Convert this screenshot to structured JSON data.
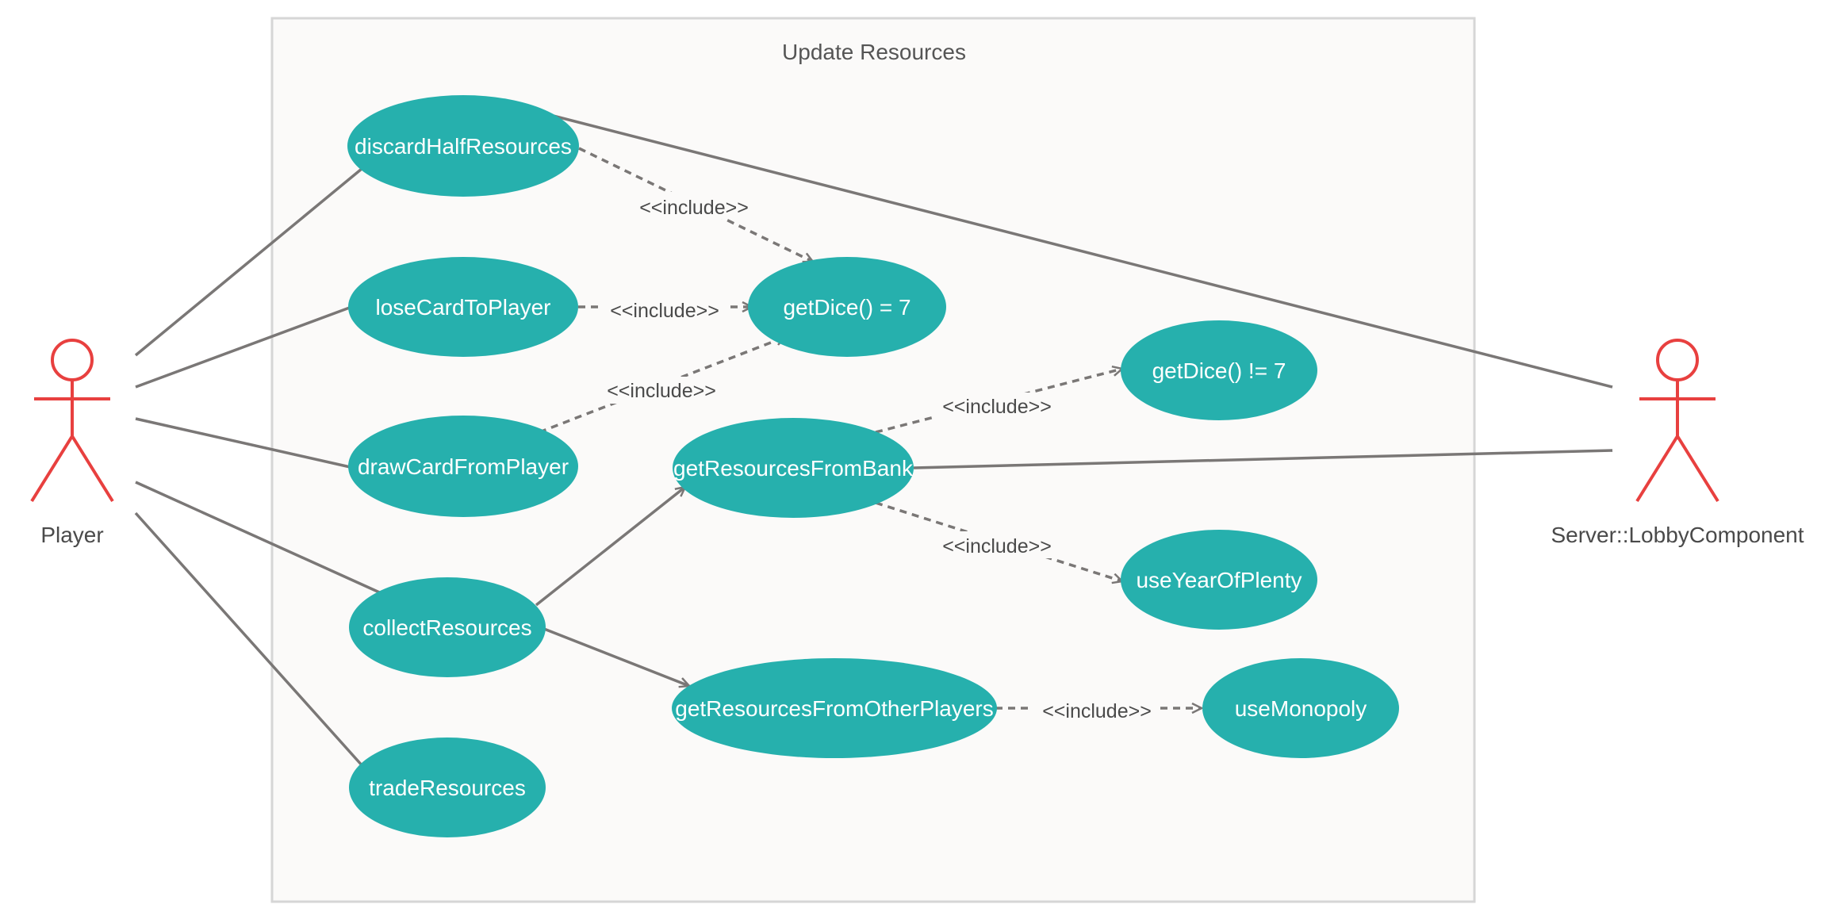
{
  "diagram": {
    "system_title": "Update Resources",
    "actors": {
      "player": "Player",
      "server": "Server::LobbyComponent"
    },
    "use_cases": {
      "discard": "discardHalfResources",
      "lose": "loseCardToPlayer",
      "draw": "drawCardFromPlayer",
      "collect": "collectResources",
      "trade": "tradeResources",
      "dice7": "getDice() = 7",
      "bank": "getResourcesFromBank",
      "others": "getResourcesFromOtherPlayers",
      "dicenot7": "getDice() != 7",
      "yop": "useYearOfPlenty",
      "mono": "useMonopoly"
    },
    "include_label": "<<include>>",
    "colors": {
      "use_case_fill": "#26b0ad",
      "actor": "#e8403f",
      "line": "#7a7776",
      "system_fill": "#fbfaf9",
      "system_border": "#d6d6d6"
    }
  }
}
